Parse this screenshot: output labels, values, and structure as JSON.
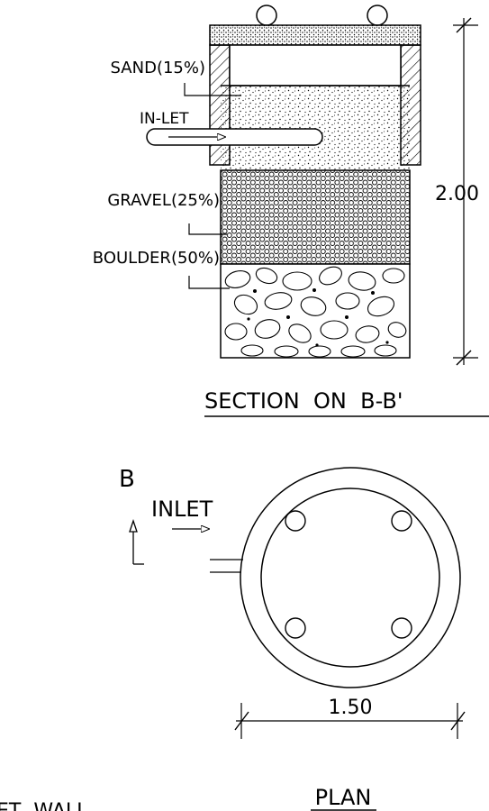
{
  "section": {
    "labels": {
      "sand": "SAND(15%)",
      "inlet": "IN-LET",
      "gravel": "GRAVEL(25%)",
      "boulder": "BOULDER(50%)"
    },
    "height_dimension": "2.00",
    "title": "SECTION  ON  B-B'"
  },
  "plan": {
    "section_marker": "B",
    "inlet_label": "INLET",
    "diameter_dimension": "1.50",
    "title": "PLAN"
  },
  "footer_fragment": "ET  WALL"
}
